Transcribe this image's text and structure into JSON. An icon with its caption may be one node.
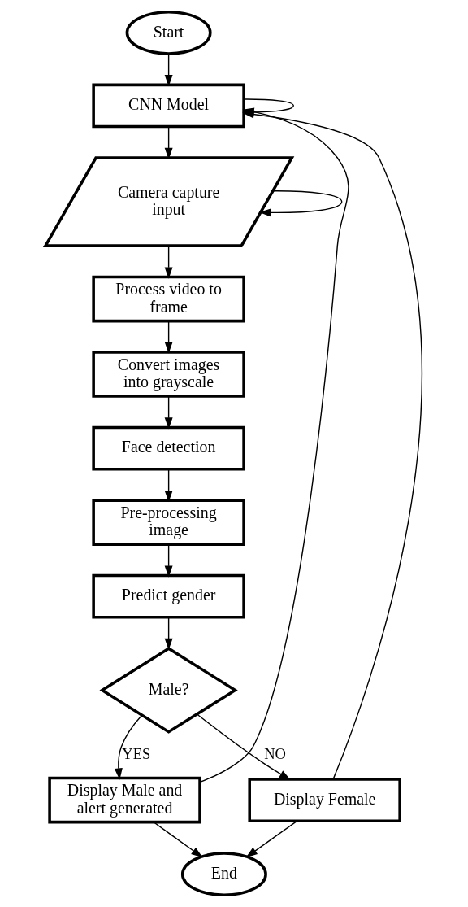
{
  "diagram": {
    "nodes": [
      {
        "text": [
          "Start"
        ]
      },
      {
        "text": [
          "CNN Model"
        ]
      },
      {
        "text": [
          "Camera capture input"
        ]
      },
      {
        "text": [
          "Process video to frame"
        ]
      },
      {
        "text": [
          "Convert images into grayscale"
        ]
      },
      {
        "text": [
          "Face detection"
        ]
      },
      {
        "text": [
          "Pre-processing image"
        ]
      },
      {
        "text": [
          "Predict gender"
        ]
      },
      {
        "text": [
          "Male?"
        ]
      },
      {
        "text": [
          "Display Male and alert generated"
        ]
      },
      {
        "text": [
          "Display Female"
        ]
      },
      {
        "text": [
          "End"
        ]
      }
    ],
    "edges": [
      {
        "from": 0,
        "to": 1,
        "arrow": "to"
      },
      {
        "from": 10,
        "to": 1,
        "arrow": "to"
      },
      {
        "from": 9,
        "to": 1,
        "arrow": "to"
      },
      {
        "from": 1,
        "to": 1,
        "arrow": "to"
      },
      {
        "from": 1,
        "to": 2,
        "arrow": "to"
      },
      {
        "from": 2,
        "to": 2,
        "arrow": "to"
      },
      {
        "from": 2,
        "to": 3,
        "arrow": "to"
      },
      {
        "from": 3,
        "to": 4,
        "arrow": "to"
      },
      {
        "from": 4,
        "to": 5,
        "arrow": "to"
      },
      {
        "from": 5,
        "to": 6,
        "arrow": "to"
      },
      {
        "from": 6,
        "to": 7,
        "arrow": "to"
      },
      {
        "from": 7,
        "to": 8,
        "arrow": "to"
      },
      {
        "from": 8,
        "to": 9,
        "label": "YES",
        "arrow": "to"
      },
      {
        "from": 8,
        "to": 10,
        "label": "NO",
        "arrow": "to"
      },
      {
        "from": 10,
        "to": 11,
        "arrow": "to"
      },
      {
        "from": 9,
        "to": 11,
        "arrow": "to"
      }
    ]
  }
}
